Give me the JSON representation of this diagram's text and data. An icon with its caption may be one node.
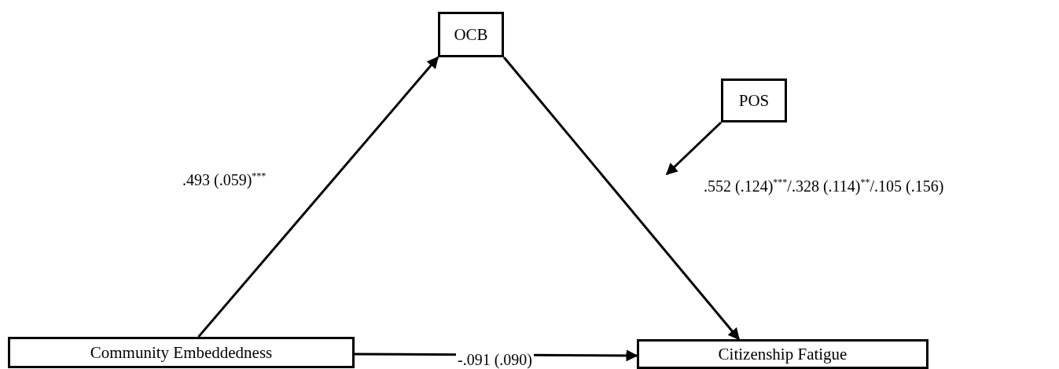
{
  "diagram": {
    "nodes": [
      {
        "text": [
          "OCB"
        ]
      },
      {
        "text": [
          "POS"
        ]
      },
      {
        "text": [
          "Community Embeddedness"
        ]
      },
      {
        "text": [
          "Citizenship Fatigue"
        ]
      }
    ],
    "edges": [
      {
        "from": 2,
        "to": 0,
        "arrow": "to",
        "label": ".493 (.059)$^{***}$"
      },
      {
        "from": 0,
        "to": 3,
        "arrow": "to",
        "label": ".552 (.124)$^{***}$/.328 (.114)$^{**}$/.105 (.156)"
      },
      {
        "from": 2,
        "to": 3,
        "arrow": "to",
        "label": "-.091 (.090)"
      },
      {
        "from": 1,
        "to": null,
        "arrow": "to"
      }
    ]
  }
}
